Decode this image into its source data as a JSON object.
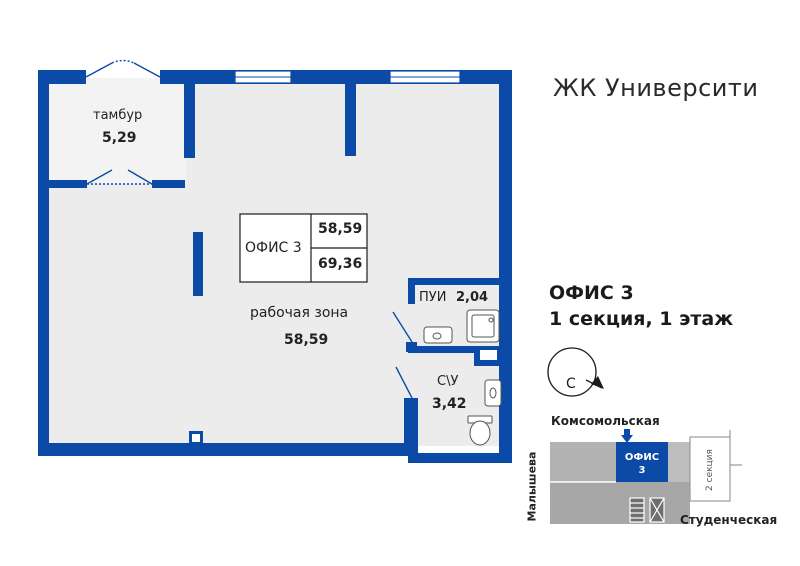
{
  "header": {
    "complex_name": "ЖК Университи"
  },
  "office": {
    "name": "ОФИС 3",
    "location": "1 секция, 1 этаж"
  },
  "area_box": {
    "label": "ОФИС 3",
    "useful_area": "58,59",
    "total_area": "69,36"
  },
  "rooms": {
    "tambour": {
      "name": "тамбур",
      "area": "5,29"
    },
    "work_zone": {
      "name": "рабочая зона",
      "area": "58,59"
    },
    "pui": {
      "name": "ПУИ",
      "area": "2,04"
    },
    "bathroom": {
      "name": "С\\У",
      "area": "3,42"
    }
  },
  "compass": {
    "letter": "С"
  },
  "site_plan": {
    "street_top": "Комсомольская",
    "street_left": "Малышева",
    "street_bottom": "Студенческая",
    "section_label": "2 секция",
    "office_label": "ОФИС",
    "office_number": "3"
  },
  "colors": {
    "wall": "#0c4aa8",
    "floor": "#ececec",
    "highlight": "#0c4aa8",
    "neighbor": "#a7a7a7"
  }
}
